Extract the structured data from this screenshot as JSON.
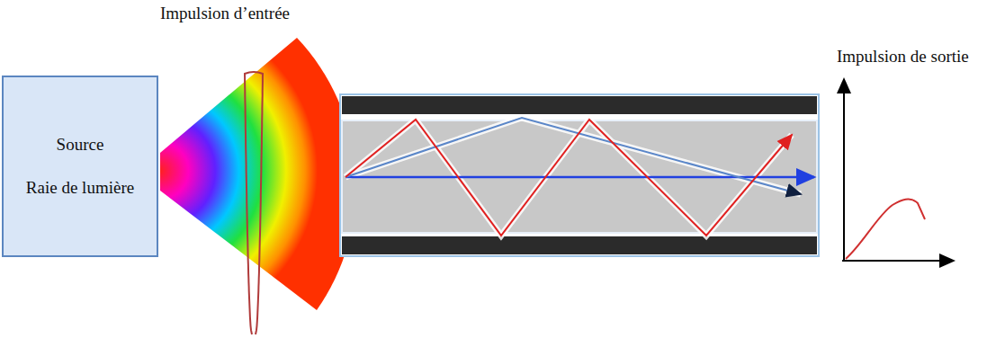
{
  "diagram": {
    "nodes": [
      {
        "text": [
          "Source",
          "Raie de lumière"
        ]
      }
    ],
    "labels": [
      "Impulsion d’entrée",
      "Impulsion de sortie"
    ]
  }
}
